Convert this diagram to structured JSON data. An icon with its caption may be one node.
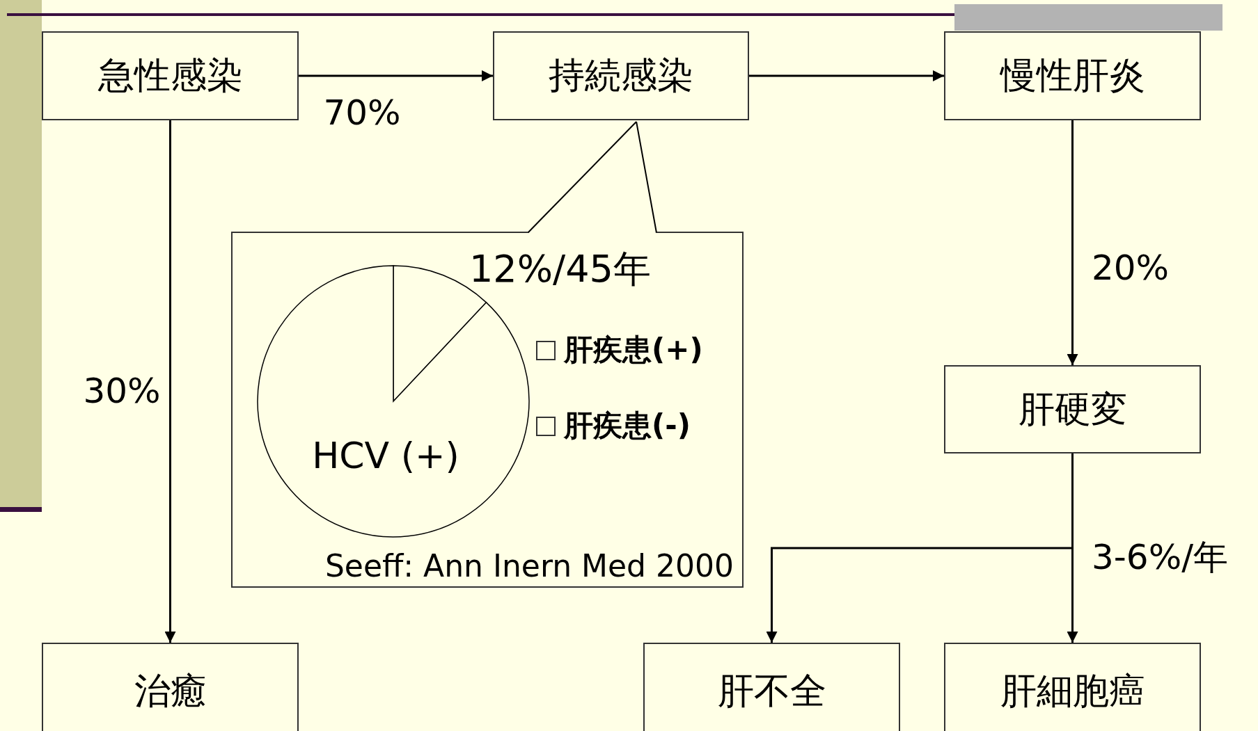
{
  "diagram": {
    "nodes": [
      {
        "text": [
          "急性感染"
        ]
      },
      {
        "text": [
          "持続感染"
        ]
      },
      {
        "text": [
          "慢性肝炎"
        ]
      },
      {
        "text": [
          "Seeff: Ann Inern Med 2000"
        ]
      },
      {
        "text": [
          "治癒"
        ]
      },
      {
        "text": [
          "肝硬変"
        ]
      },
      {
        "text": [
          "肝不全"
        ]
      },
      {
        "text": [
          "肝細胞癌"
        ]
      }
    ],
    "edges": [
      {
        "from": 0,
        "to": 1,
        "arrow": "to",
        "label": "70%"
      },
      {
        "from": 1,
        "to": 2,
        "arrow": "to"
      },
      {
        "from": 0,
        "to": 4,
        "arrow": "to",
        "label": "30%"
      },
      {
        "from": 2,
        "to": 5,
        "arrow": "to",
        "label": "20%"
      },
      {
        "from": 5,
        "to": 6,
        "arrow": "to"
      },
      {
        "from": 5,
        "to": 7,
        "arrow": "to",
        "label": "3-6%/年"
      },
      {
        "from": 3,
        "to": 1,
        "arrow": "none"
      }
    ],
    "legend": [
      {
        "text": "肝疾患(+)",
        "color": "#ffffe6"
      },
      {
        "text": "肝疾患(-)",
        "color": "#ffffe6"
      }
    ],
    "chart_data": {
      "type": "pie",
      "title": "HCV (+)",
      "values": [
        12,
        88
      ],
      "annotations": [
        "12%/45年"
      ]
    }
  }
}
